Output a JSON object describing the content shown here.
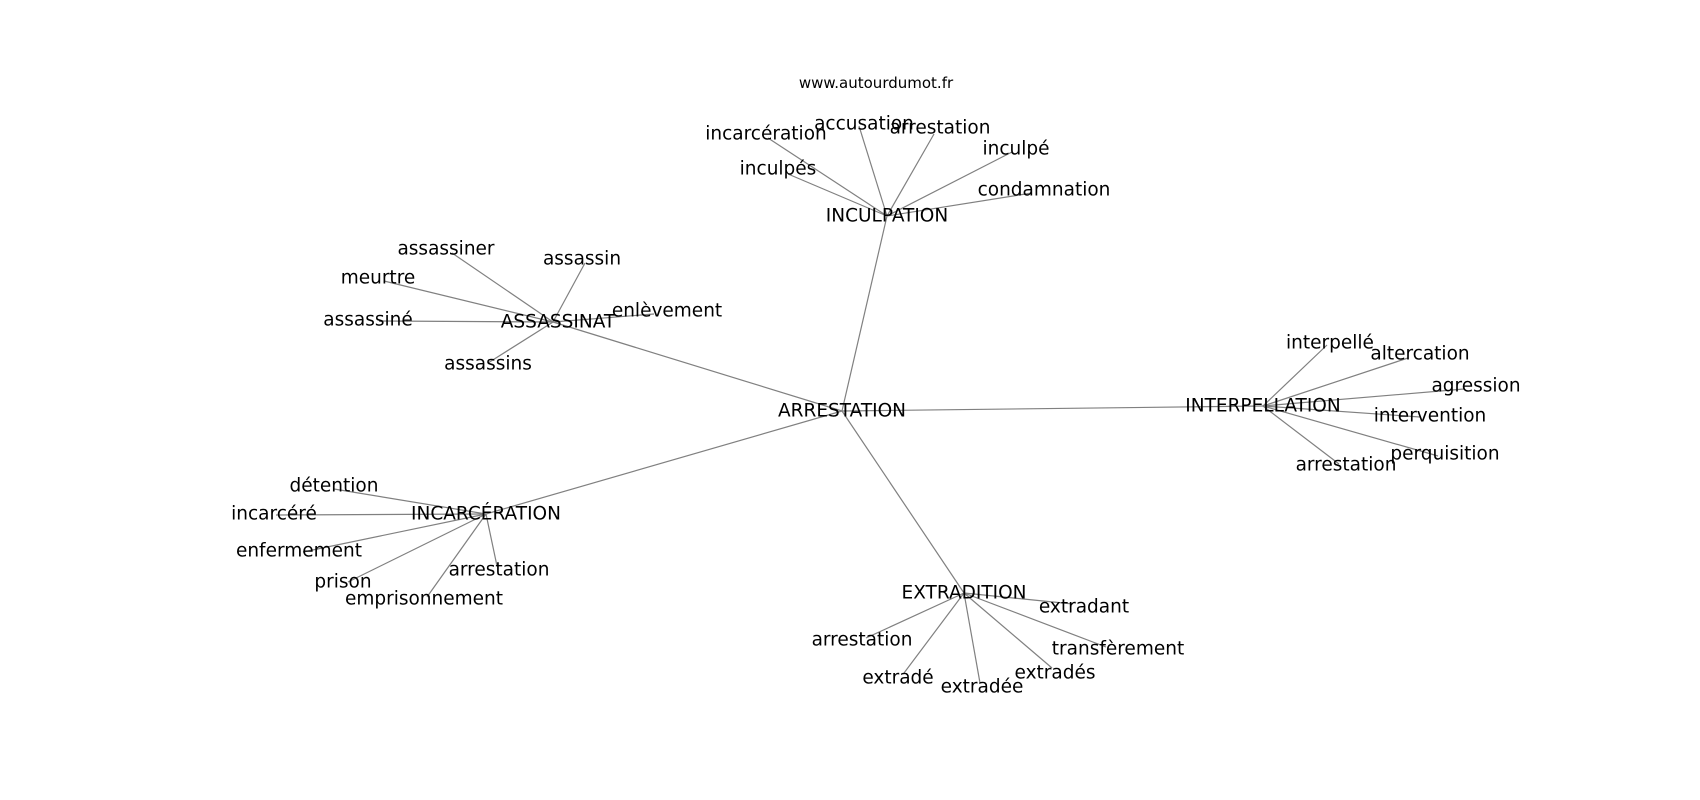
{
  "site": "www.autourdumot.fr",
  "graph": {
    "center": "ARRESTATION",
    "clusters": [
      {
        "hub": "INCULPATION",
        "words": [
          "incarcération",
          "accusation",
          "arrestation",
          "inculpé",
          "inculpés",
          "condamnation"
        ]
      },
      {
        "hub": "ASSASSINAT",
        "words": [
          "assassiner",
          "assassin",
          "meurtre",
          "enlèvement",
          "assassiné",
          "assassins"
        ]
      },
      {
        "hub": "INTERPELLATION",
        "words": [
          "interpellé",
          "altercation",
          "agression",
          "intervention",
          "perquisition",
          "arrestation"
        ]
      },
      {
        "hub": "INCARCÉRATION",
        "words": [
          "détention",
          "incarcéré",
          "enfermement",
          "prison",
          "emprisonnement",
          "arrestation"
        ]
      },
      {
        "hub": "EXTRADITION",
        "words": [
          "extradant",
          "arrestation",
          "transfèrement",
          "extradé",
          "extradée",
          "extradés"
        ]
      }
    ]
  }
}
